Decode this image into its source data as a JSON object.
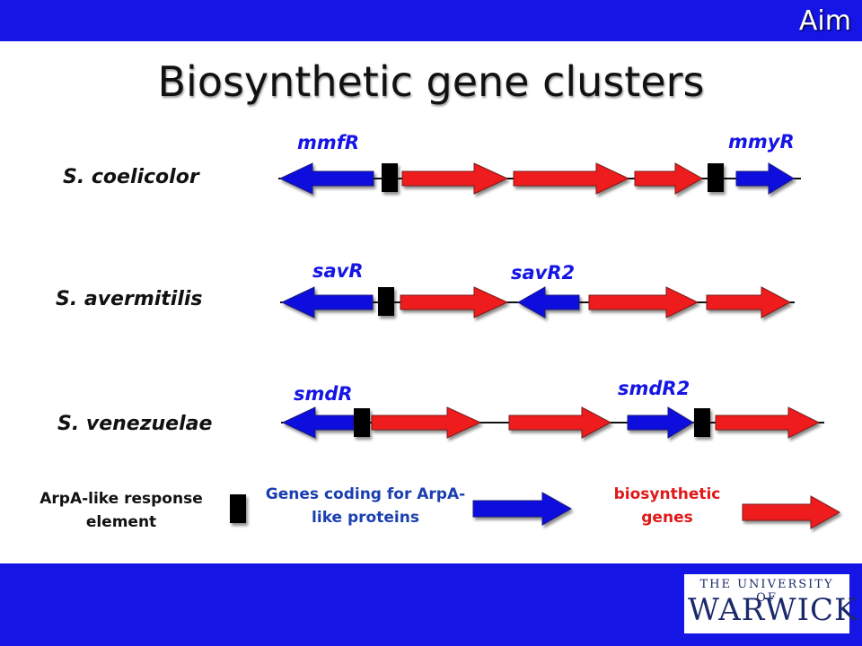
{
  "header": {
    "section_label": "Aim"
  },
  "title": "Biosynthetic gene clusters",
  "clusters": [
    {
      "species": "S. coelicolor",
      "labels": [
        "mmfR",
        "mmyR"
      ],
      "genes": [
        "blue-left",
        "arpA-box",
        "red-right",
        "red-right",
        "red-right",
        "arpA-box",
        "blue-right"
      ]
    },
    {
      "species": "S. avermitilis",
      "labels": [
        "savR",
        "savR2"
      ],
      "genes": [
        "blue-left",
        "arpA-box",
        "red-right",
        "blue-left",
        "red-right",
        "red-right"
      ]
    },
    {
      "species": "S. venezuelae",
      "labels": [
        "smdR",
        "smdR2"
      ],
      "genes": [
        "blue-left",
        "arpA-box",
        "red-right",
        "red-right",
        "blue-right",
        "arpA-box",
        "red-right"
      ]
    }
  ],
  "legend": {
    "response_element": "ArpA-like response element",
    "arpA_genes": "Genes coding for ArpA-like proteins",
    "biosynthetic": "biosynthetic genes"
  },
  "footer": {
    "logo_line1": "THE UNIVERSITY OF",
    "logo_line2": "WARWICK"
  },
  "colors": {
    "bar_blue": "#1515e6",
    "arpA_gene_blue": "#1010dd",
    "biosynthetic_red": "#ee1a1a",
    "legend_blue_text": "#1a3fb0",
    "legend_red_text": "#e01818"
  }
}
